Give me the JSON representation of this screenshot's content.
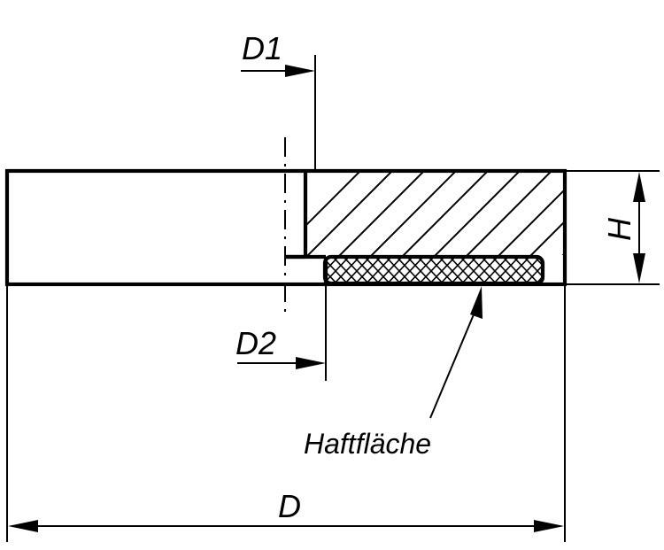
{
  "labels": {
    "d1": "D1",
    "d2": "D2",
    "h": "H",
    "d": "D",
    "haftflaeche": "Haftfläche"
  },
  "colors": {
    "line": "#000000",
    "background": "#ffffff"
  }
}
